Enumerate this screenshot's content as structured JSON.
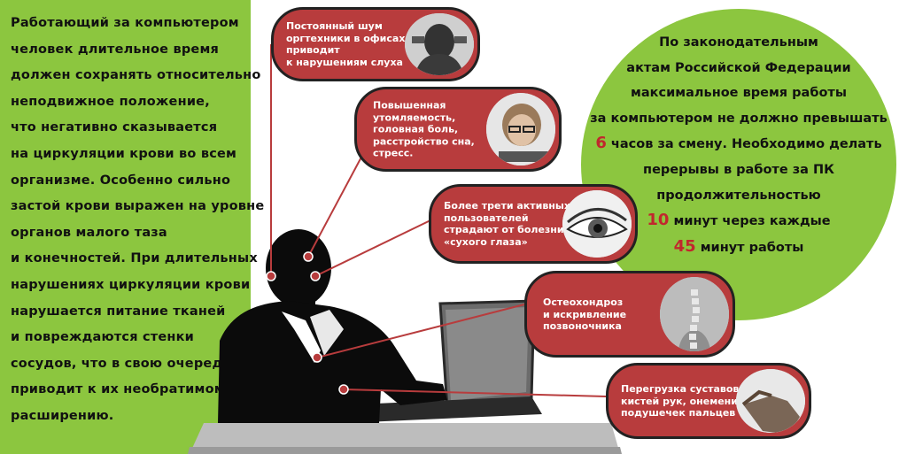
{
  "left_text": [
    "Работающий за компьютером",
    "человек длительное время",
    "должен сохранять относительно",
    "неподвижное положение,",
    "что негативно сказывается",
    "на циркуляции крови во всем",
    "организме. Особенно сильно",
    "застой крови выражен на уровне",
    "органов малого таза",
    "и конечностей. При длительных",
    "нарушениях циркуляции крови",
    "нарушается питание тканей",
    "и повреждаются стенки",
    "сосудов, что в свою очередь",
    "приводит к их необратимому",
    "расширению."
  ],
  "circle": {
    "l1": "По законодательным",
    "l2": "актам Российской Федерации",
    "l3": "максимальное время работы",
    "l4": "за компьютером не должно превышать",
    "hours": "6",
    "l5b": " часов за смену. Необходимо делать",
    "l6": "перерывы в работе за ПК",
    "l7": "продолжительностью",
    "break_min": "10",
    "l8b": " минут через каждые",
    "work_min": "45",
    "l9b": " минут работы"
  },
  "bubbles": {
    "noise": [
      "Постоянный шум",
      "оргтехники в офисах",
      "приводит",
      "к нарушениям слуха"
    ],
    "fatigue": [
      "Повышенная",
      "утомляемость,",
      "головная боль,",
      "расстройство сна,",
      "стресс."
    ],
    "eye": [
      "Более трети активных",
      "пользователей",
      "страдают от болезни",
      "«сухого глаза»"
    ],
    "spine": [
      "Остеохондроз",
      "и искривление",
      "позвоночника"
    ],
    "hands": [
      "Перегрузка суставов",
      "кистей рук, онемение",
      "подушечек пальцев"
    ]
  },
  "colors": {
    "green": "#8cc63f",
    "red_bubble": "#b83c3d",
    "highlight": "#c1272d"
  }
}
